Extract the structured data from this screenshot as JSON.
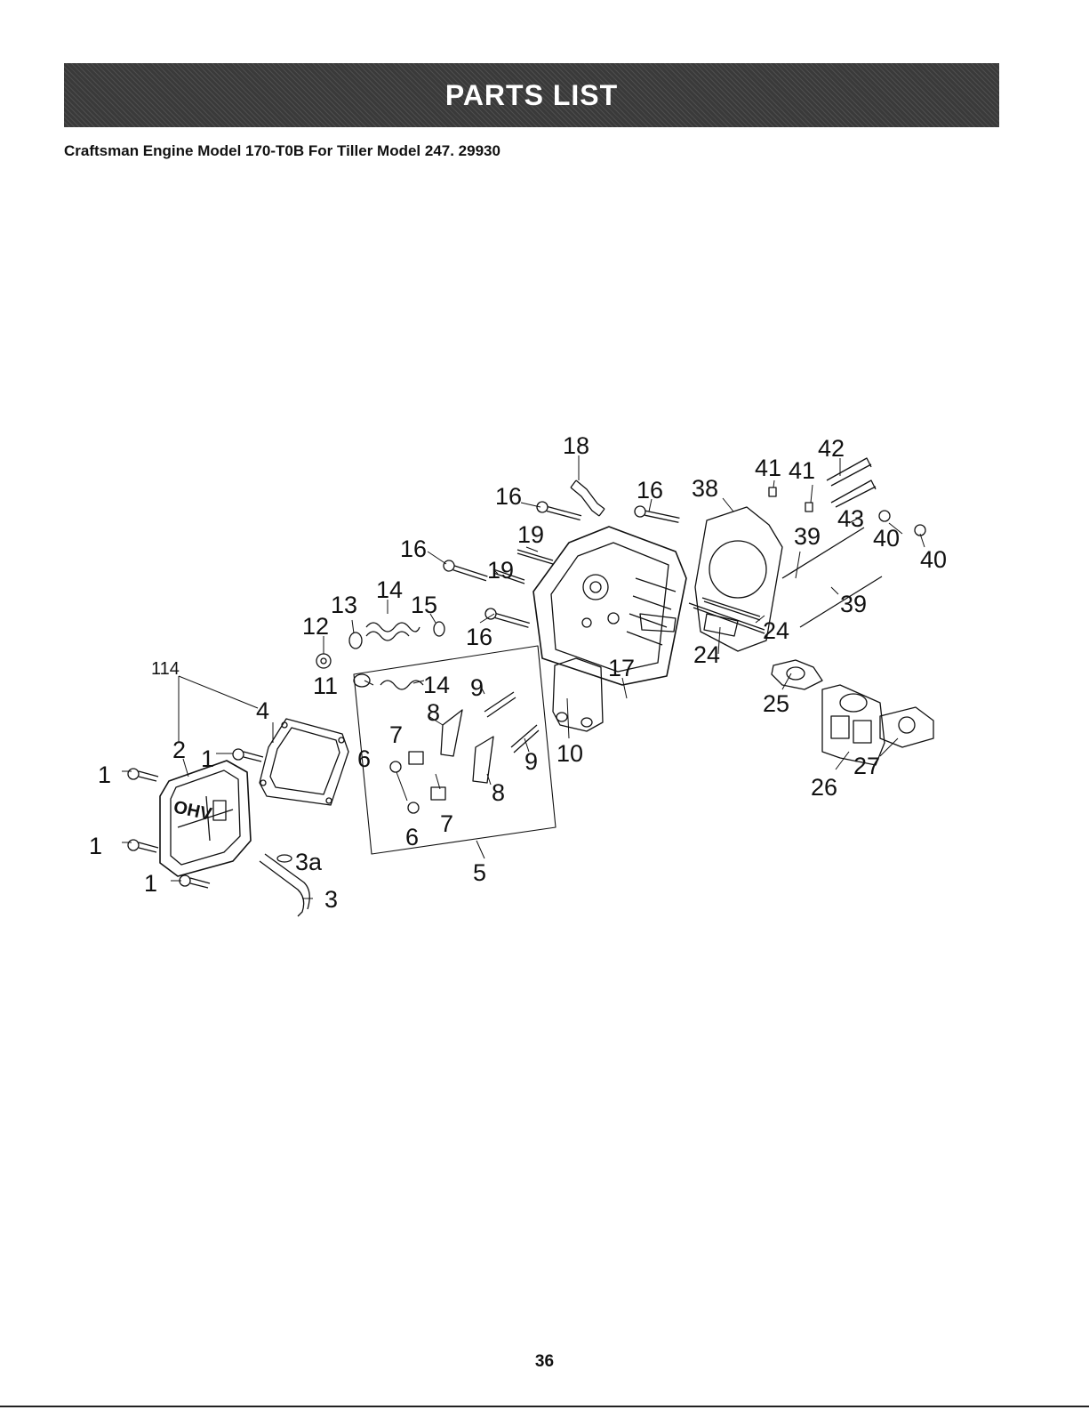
{
  "header": {
    "title": "PARTS LIST",
    "subtitle": "Craftsman Engine Model 170-T0B For Tiller Model 247. 29930"
  },
  "callouts": {
    "c1a": "1",
    "c1b": "1",
    "c1c": "1",
    "c1d": "1",
    "c2": "2",
    "c3": "3",
    "c3a": "3a",
    "c4": "4",
    "c5": "5",
    "c6a": "6",
    "c6b": "6",
    "c7a": "7",
    "c7b": "7",
    "c8a": "8",
    "c8b": "8",
    "c9a": "9",
    "c9b": "9",
    "c10": "10",
    "c11": "11",
    "c12": "12",
    "c13": "13",
    "c14a": "14",
    "c14b": "14",
    "c15": "15",
    "c16a": "16",
    "c16b": "16",
    "c16c": "16",
    "c16d": "16",
    "c17": "17",
    "c18": "18",
    "c19a": "19",
    "c19b": "19",
    "c24a": "24",
    "c24b": "24",
    "c25": "25",
    "c26": "26",
    "c27": "27",
    "c38": "38",
    "c39a": "39",
    "c39b": "39",
    "c40a": "40",
    "c40b": "40",
    "c41a": "41",
    "c41b": "41",
    "c42": "42",
    "c43": "43",
    "c114": "114"
  },
  "cover_text": "OHV",
  "footer": {
    "page_number": "36"
  }
}
